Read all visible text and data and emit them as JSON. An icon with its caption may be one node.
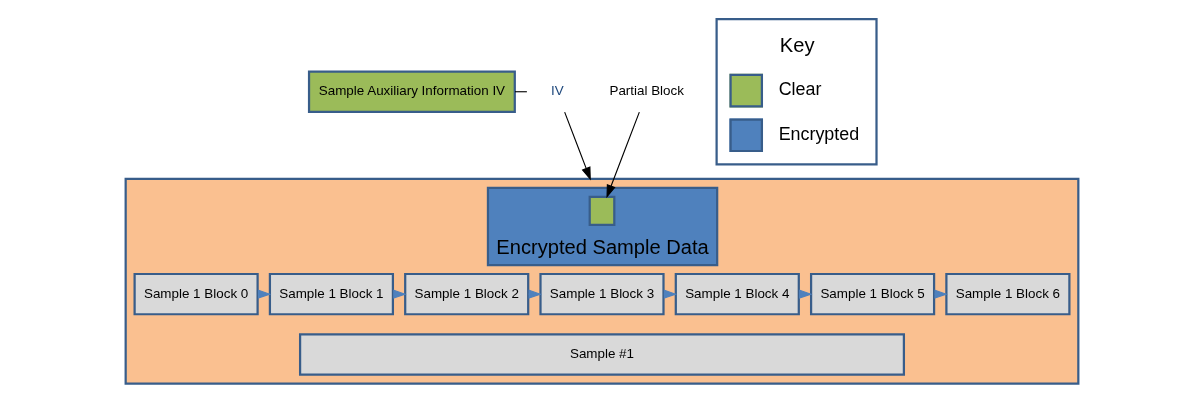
{
  "diagram": {
    "nodes": [
      {
        "text": [
          "Sample Auxiliary Information IV"
        ]
      },
      {
        "text": [
          "IV"
        ]
      },
      {
        "text": [],
        "shape": "box"
      },
      {
        "text": [
          "Encrypted Sample Data"
        ],
        "in": 2
      },
      {
        "text": [],
        "shape": "box",
        "in": 3
      },
      {
        "text": [
          "Sample 1 Block 0"
        ],
        "in": 2
      },
      {
        "text": [
          "Sample 1 Block 1"
        ],
        "in": 2
      },
      {
        "text": [
          "Sample 1 Block 2"
        ],
        "in": 2
      },
      {
        "text": [
          "Sample 1 Block 3"
        ],
        "in": 2
      },
      {
        "text": [
          "Sample 1 Block 4"
        ],
        "in": 2
      },
      {
        "text": [
          "Sample 1 Block 5"
        ],
        "in": 2
      },
      {
        "text": [
          "Sample 1 Block 6"
        ],
        "in": 2
      },
      {
        "text": [
          "Sample #1"
        ],
        "in": 2
      },
      {
        "text": [
          "Partial Block"
        ]
      }
    ],
    "edges": [
      {
        "from": 0,
        "to": 1,
        "arrow": "none"
      },
      {
        "from": 1,
        "to": 2,
        "arrow": "to"
      },
      {
        "from": 13,
        "to": 4,
        "arrow": "to"
      },
      {
        "from": 5,
        "to": 6,
        "arrow": "to",
        "color": "#4f81bd"
      },
      {
        "from": 6,
        "to": 7,
        "arrow": "to",
        "color": "#4f81bd"
      },
      {
        "from": 7,
        "to": 8,
        "arrow": "to",
        "color": "#4f81bd"
      },
      {
        "from": 8,
        "to": 9,
        "arrow": "to",
        "color": "#4f81bd"
      },
      {
        "from": 9,
        "to": 10,
        "arrow": "to",
        "color": "#4f81bd"
      },
      {
        "from": 10,
        "to": 11,
        "arrow": "to",
        "color": "#4f81bd"
      }
    ],
    "labels": [
      "Key"
    ],
    "legend": [
      {
        "text": "Clear",
        "color": "#9bbb59"
      },
      {
        "text": "Encrypted",
        "color": "#4f81bd"
      }
    ]
  }
}
